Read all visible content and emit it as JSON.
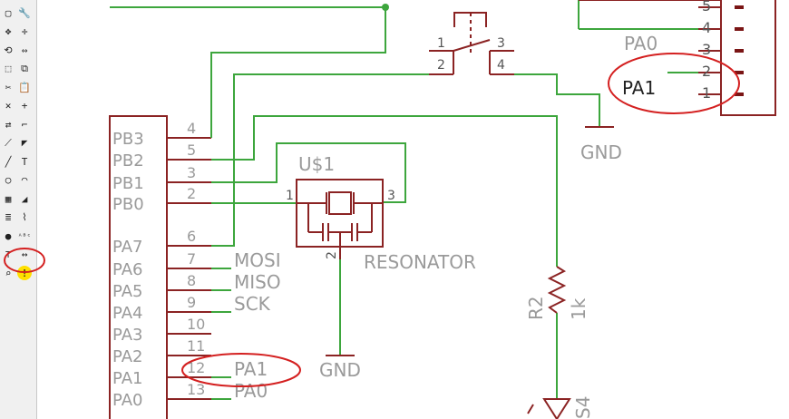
{
  "toolbar": {
    "tools": [
      {
        "name": "layer-icon",
        "glyph": "▢"
      },
      {
        "name": "wrench-icon",
        "glyph": "🔧"
      },
      {
        "name": "move-icon",
        "glyph": "✥"
      },
      {
        "name": "pin-icon",
        "glyph": "✛"
      },
      {
        "name": "rotate-icon",
        "glyph": "⟲"
      },
      {
        "name": "mirror-icon",
        "glyph": "⇔"
      },
      {
        "name": "group-icon",
        "glyph": "⬚"
      },
      {
        "name": "copy-icon",
        "glyph": "⧉"
      },
      {
        "name": "cut-icon",
        "glyph": "✂"
      },
      {
        "name": "paste-icon",
        "glyph": "📋"
      },
      {
        "name": "delete-icon",
        "glyph": "✕"
      },
      {
        "name": "add-icon",
        "glyph": "+"
      },
      {
        "name": "replace-icon",
        "glyph": "⇄"
      },
      {
        "name": "miter-icon",
        "glyph": "⌐"
      },
      {
        "name": "split-icon",
        "glyph": "⟋"
      },
      {
        "name": "smash-icon",
        "glyph": "◤"
      },
      {
        "name": "wire-icon",
        "glyph": "╱"
      },
      {
        "name": "text-icon",
        "glyph": "T"
      },
      {
        "name": "circle-icon",
        "glyph": "○"
      },
      {
        "name": "arc-icon",
        "glyph": "◠"
      },
      {
        "name": "rect-icon",
        "glyph": "▦"
      },
      {
        "name": "polygon-icon",
        "glyph": "◢"
      },
      {
        "name": "bus-icon",
        "glyph": "≣"
      },
      {
        "name": "net-icon",
        "glyph": "⌇"
      },
      {
        "name": "junction-icon",
        "glyph": "●"
      },
      {
        "name": "label-icon",
        "glyph": "ᴬᴮᶜ"
      },
      {
        "name": "attribute-icon",
        "glyph": "⊤"
      },
      {
        "name": "dimension-icon",
        "glyph": "↔"
      },
      {
        "name": "erc-icon",
        "glyph": "⌕"
      },
      {
        "name": "errors-icon",
        "glyph": "!"
      }
    ]
  },
  "schematic": {
    "chip_pins": [
      {
        "name": "PB3",
        "num": "4"
      },
      {
        "name": "PB2",
        "num": "5"
      },
      {
        "name": "PB1",
        "num": "3"
      },
      {
        "name": "PB0",
        "num": "2"
      },
      {
        "name": "PA7",
        "num": "6"
      },
      {
        "name": "PA6",
        "num": "7"
      },
      {
        "name": "PA5",
        "num": "8"
      },
      {
        "name": "PA4",
        "num": "9"
      },
      {
        "name": "PA3",
        "num": "10"
      },
      {
        "name": "PA2",
        "num": "11"
      },
      {
        "name": "PA1",
        "num": "12"
      },
      {
        "name": "PA0",
        "num": "13"
      }
    ],
    "net_labels": {
      "mosi": "MOSI",
      "miso": "MISO",
      "sck": "SCK",
      "pa1": "PA1",
      "pa0": "PA0"
    },
    "resonator": {
      "name": "U$1",
      "value": "RESONATOR",
      "pin1": "1",
      "pin2": "2",
      "pin3": "3"
    },
    "gnd": "GND",
    "switch_pins": {
      "p1": "1",
      "p2": "2",
      "p3": "3",
      "p4": "4"
    },
    "resistor": {
      "name": "R2",
      "value": "1k"
    },
    "led": "S4",
    "connector": {
      "pins": [
        "5",
        "4",
        "3",
        "2",
        "1"
      ],
      "label_pa0": "PA0",
      "label_pa1": "PA1"
    },
    "colors": {
      "wire": "#3da63d",
      "part": "#8b2323",
      "text": "#9a9a9a",
      "highlight": "#d42020",
      "symbol": "#7a1515"
    }
  }
}
